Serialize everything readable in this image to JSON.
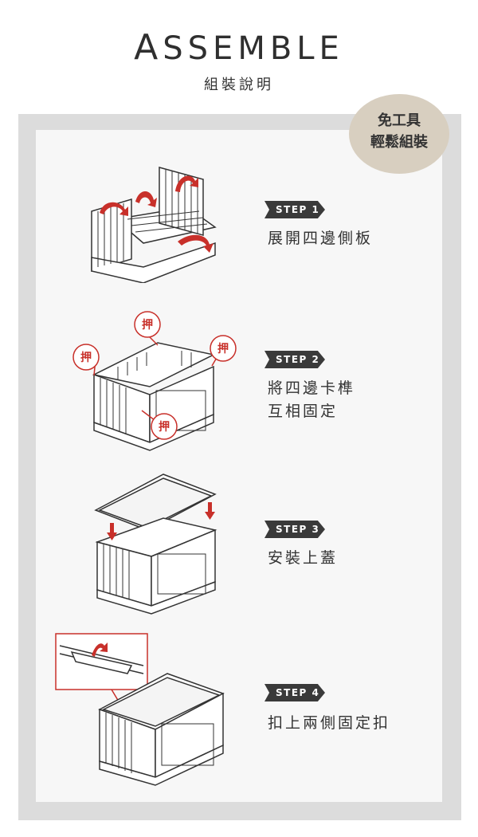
{
  "header": {
    "title_first": "A",
    "title_rest": "SSEMBLE",
    "subtitle": "組裝說明"
  },
  "badge": {
    "line1": "免工具",
    "line2": "輕鬆組裝"
  },
  "steps": [
    {
      "tag": "STEP 1",
      "desc_lines": [
        "展開四邊側板"
      ]
    },
    {
      "tag": "STEP 2",
      "desc_lines": [
        "將四邊卡榫",
        "互相固定"
      ],
      "push_label": "押"
    },
    {
      "tag": "STEP 3",
      "desc_lines": [
        "安裝上蓋"
      ]
    },
    {
      "tag": "STEP 4",
      "desc_lines": [
        "扣上兩側固定扣"
      ]
    }
  ],
  "colors": {
    "accent_red": "#c8302a",
    "tag_bg": "#3a3a3a",
    "frame_gray": "#dcdcdc",
    "badge_beige": "#d8cfc0"
  }
}
